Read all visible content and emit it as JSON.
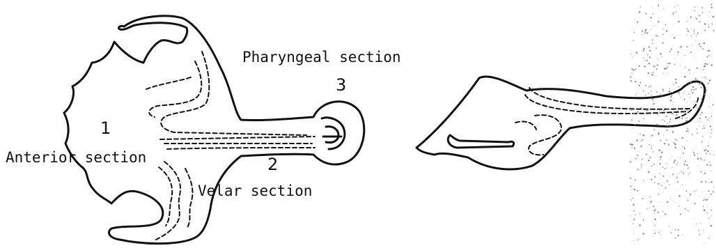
{
  "labels": {
    "pharyngeal": "Pharyngeal section",
    "anterior": "Anterior section",
    "velar": "Velar section"
  },
  "numbers": {
    "one": "1",
    "two": "2",
    "three": "3"
  },
  "colors": {
    "ink": "#111111",
    "speckle": "#8a8a8a"
  }
}
